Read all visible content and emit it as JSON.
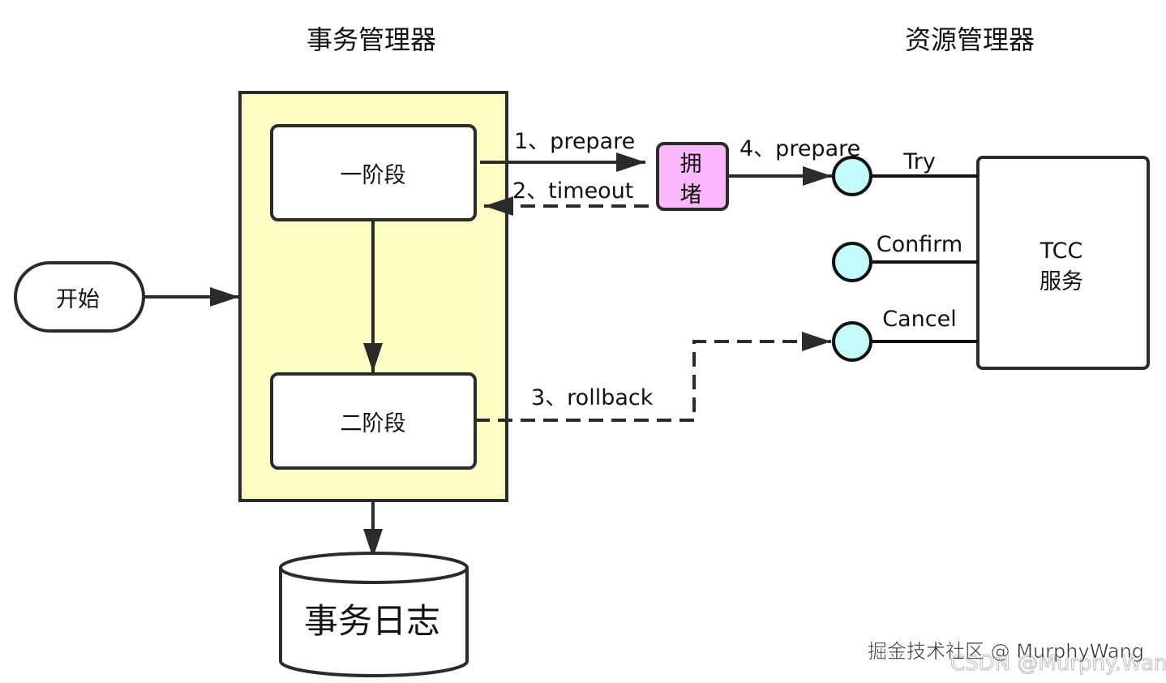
{
  "titles": {
    "transaction_manager": "事务管理器",
    "resource_manager": "资源管理器"
  },
  "nodes": {
    "start": "开始",
    "phase1": "一阶段",
    "phase2": "二阶段",
    "log": "事务日志",
    "block_line1": "拥",
    "block_line2": "堵",
    "tcc_line1": "TCC",
    "tcc_line2": "服务"
  },
  "edges": {
    "prepare1": "1、prepare",
    "timeout": "2、timeout",
    "rollback": "3、rollback",
    "prepare4": "4、prepare"
  },
  "ports": {
    "try": "Try",
    "confirm": "Confirm",
    "cancel": "Cancel"
  },
  "watermark": {
    "juejin": "掘金技术社区 @ MurphyWang",
    "csdn": "CSDN @Murphy.Wang"
  },
  "colors": {
    "manager_fill": "#fdfdc4",
    "block_fill": "#fbb8fb",
    "port_fill": "#c4fbfb",
    "stroke": "#2b2b2b"
  }
}
